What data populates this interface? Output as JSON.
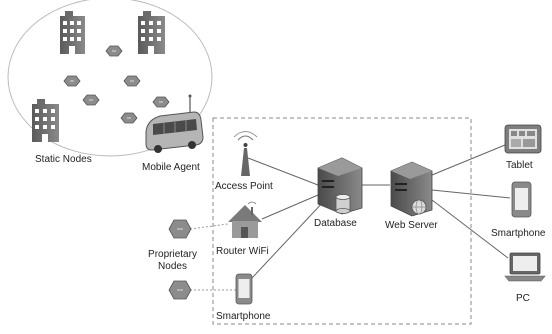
{
  "labels": {
    "static_nodes": "Static Nodes",
    "mobile_agent": "Mobile Agent",
    "access_point": "Access Point",
    "router_wifi": "Router WiFi",
    "proprietary_nodes_line1": "Proprietary",
    "proprietary_nodes_line2": "Nodes",
    "smartphone_left": "Smartphone",
    "database": "Database",
    "web_server": "Web Server",
    "tablet": "Tablet",
    "smartphone_right": "Smartphone",
    "pc": "PC"
  },
  "icons": [
    "building-icon",
    "sensor-node-icon",
    "bus-icon",
    "antenna-icon",
    "house-router-icon",
    "smartphone-icon",
    "server-icon",
    "database-icon",
    "globe-icon",
    "tablet-icon",
    "laptop-icon"
  ],
  "colors": {
    "stroke": "#555555",
    "fill_dark": "#6e6e6e",
    "fill_light": "#c8c8c8",
    "node_fill": "#8c8c8c"
  }
}
